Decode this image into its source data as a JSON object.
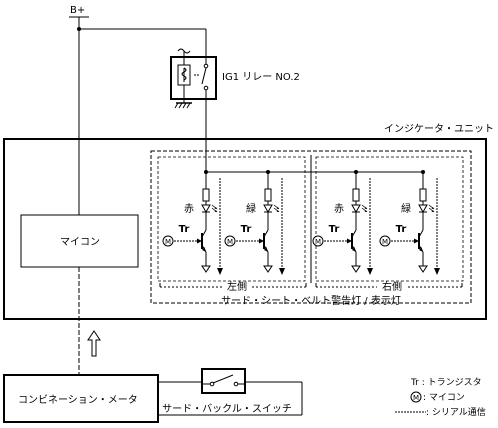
{
  "power": {
    "label": "B+"
  },
  "relay": {
    "label": "IG1 リレー NO.2"
  },
  "unit": {
    "label": "インジケータ・ユニット"
  },
  "micon": {
    "label": "マイコン"
  },
  "warning_group": {
    "label": "サード・シート・ベルト警告灯 / 表示灯"
  },
  "sides": {
    "left": "左側",
    "right": "右側"
  },
  "colors": {
    "red": "赤",
    "green": "緑"
  },
  "transistor_label": "Tr",
  "micon_symbol": "M",
  "meter": {
    "label": "コンビネーション・メータ"
  },
  "switch": {
    "label": "サード・バックル・スイッチ"
  },
  "legend": {
    "tr": "Tr : トランジスタ",
    "micon": ": マイコン",
    "serial": ": シリアル通信"
  }
}
